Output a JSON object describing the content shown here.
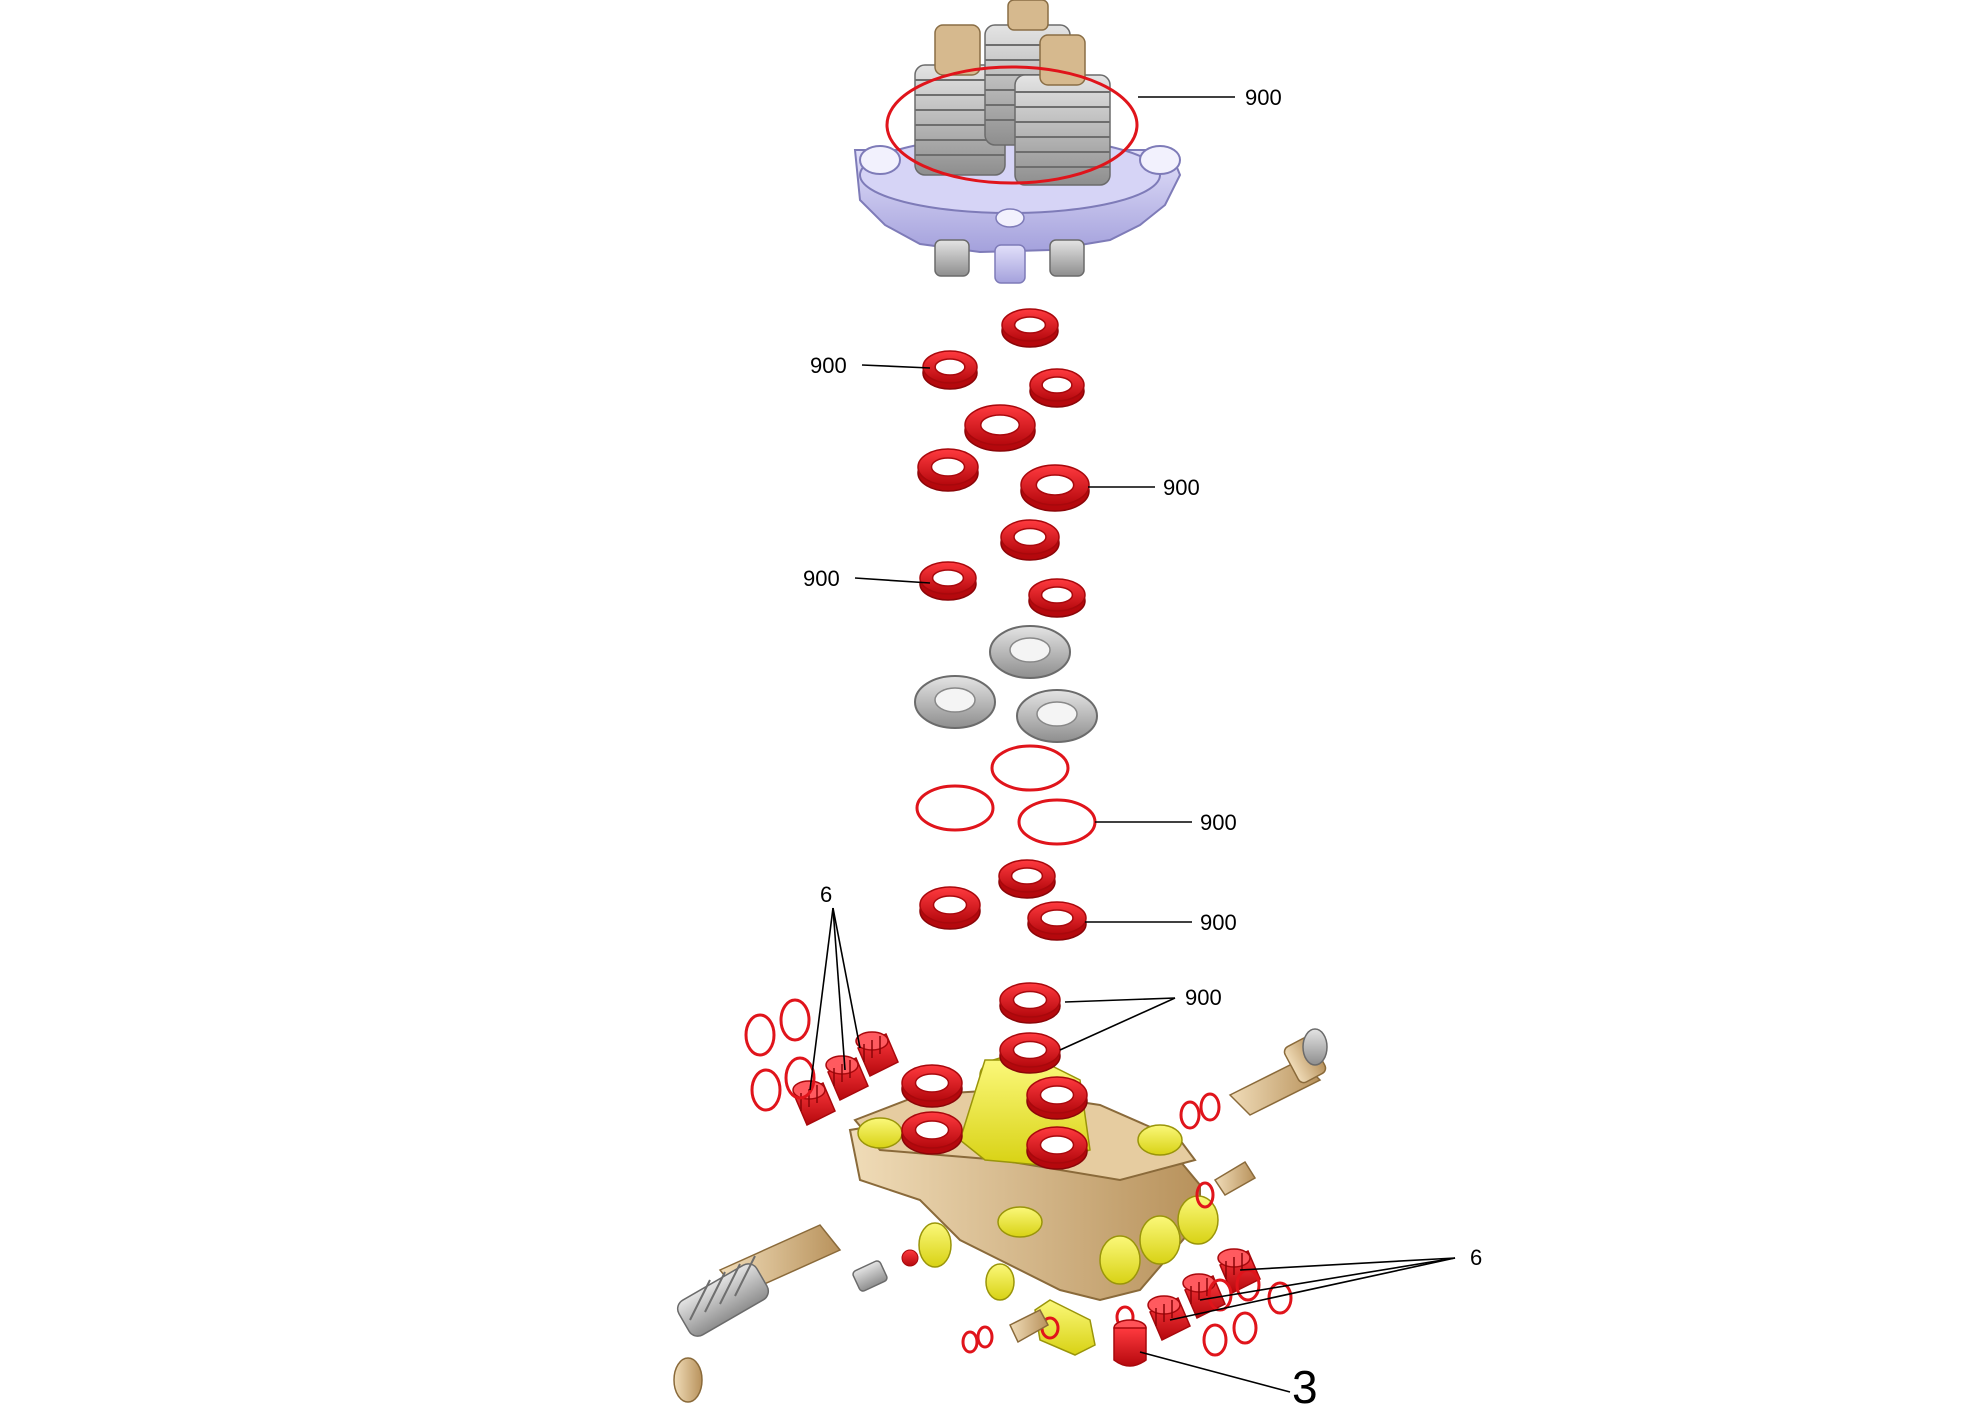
{
  "diagram": {
    "background": "#ffffff",
    "colors": {
      "seal_red": "#e0141b",
      "seal_red_dark": "#a8080c",
      "head_lavender": "#c9c6f2",
      "head_lavender_dark": "#8e8bc8",
      "spring_gray": "#a9a9a9",
      "spring_gray_dark": "#707070",
      "piston_tan": "#d9b98a",
      "manifold_tan": "#d6b583",
      "port_yellow": "#f4f03c",
      "metal_gray": "#c8c8c8"
    },
    "callouts": [
      {
        "id": "c1",
        "label": "900"
      },
      {
        "id": "c2",
        "label": "900"
      },
      {
        "id": "c3",
        "label": "900"
      },
      {
        "id": "c4",
        "label": "900"
      },
      {
        "id": "c5",
        "label": "900"
      },
      {
        "id": "c6",
        "label": "900"
      },
      {
        "id": "c7",
        "label": "900"
      },
      {
        "id": "c8",
        "label": "6"
      },
      {
        "id": "c9",
        "label": "6"
      },
      {
        "id": "c10",
        "label": "3"
      }
    ]
  }
}
